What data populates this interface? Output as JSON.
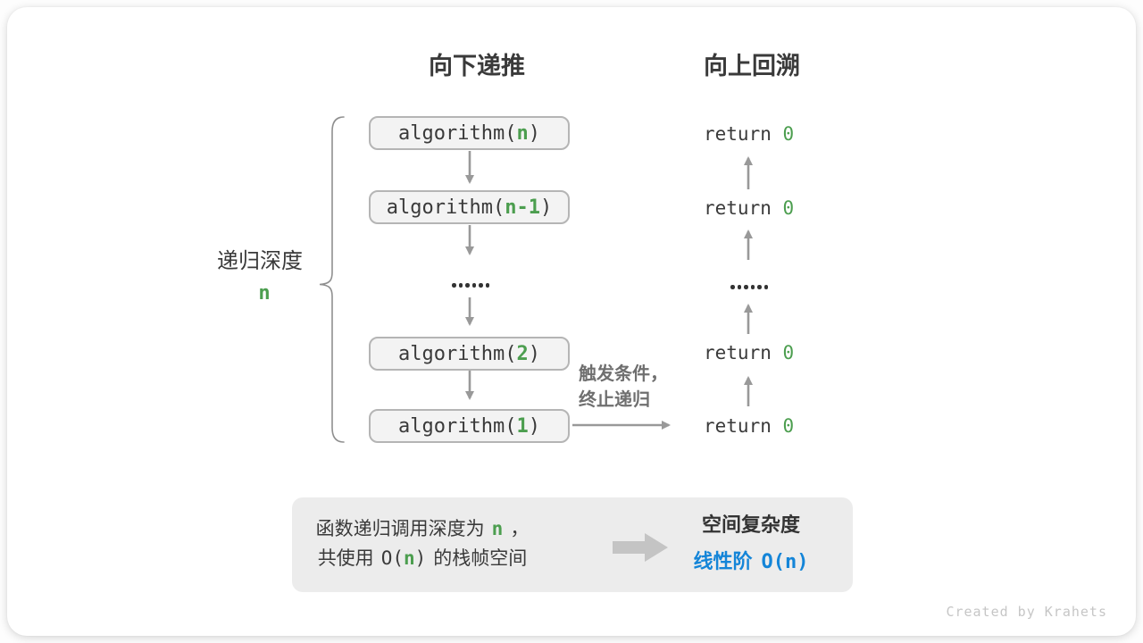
{
  "headers": {
    "recurse": "向下递推",
    "backtrack": "向上回溯"
  },
  "side_label": {
    "text": "递归深度",
    "var": "n"
  },
  "recursion": {
    "calls": [
      {
        "pre": "algorithm(",
        "arg": "n",
        "post": ")"
      },
      {
        "pre": "algorithm(",
        "arg": "n-1",
        "post": ")"
      },
      {
        "pre": "algorithm(",
        "arg": "2",
        "post": ")"
      },
      {
        "pre": "algorithm(",
        "arg": "1",
        "post": ")"
      }
    ],
    "returns": [
      {
        "pre": "return ",
        "val": "0"
      },
      {
        "pre": "return ",
        "val": "0"
      },
      {
        "pre": "return ",
        "val": "0"
      },
      {
        "pre": "return ",
        "val": "0"
      }
    ],
    "terminate_note_line1": "触发条件，",
    "terminate_note_line2": "终止递归"
  },
  "summary": {
    "line1_pre": "函数递归调用深度为",
    "line1_var": "n",
    "line1_post": "，",
    "line2_pre": "共使用",
    "line2_code_pre": "O(",
    "line2_var": "n",
    "line2_code_post": ")",
    "line2_post": "的栈帧空间",
    "result_title": "空间复杂度",
    "result_label": "线性阶",
    "result_code": "O(n)"
  },
  "footer": "Created by Krahets",
  "colors": {
    "green": "#4c9e4f",
    "blue": "#1485d8",
    "text_dark": "#3a3a3a",
    "note_gray": "#6f6f6f",
    "arrow_gray": "#999999",
    "box_fill": "#f3f3f3",
    "box_border": "#b5b5b5",
    "summary_fill": "#ececec"
  }
}
